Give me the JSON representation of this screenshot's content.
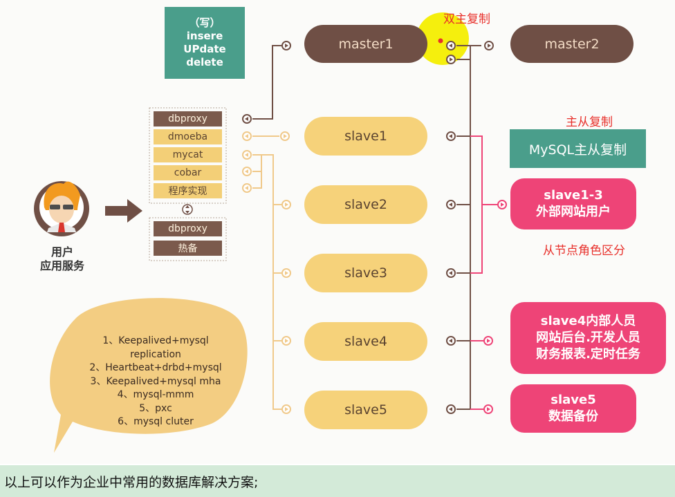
{
  "write_box": {
    "lines": [
      "（写）",
      "insere",
      "UPdate",
      "delete"
    ]
  },
  "masters": {
    "m1": "master1",
    "m2": "master2"
  },
  "notes": {
    "dual_master": "双主复制",
    "master_slave": "主从复制",
    "by_role": "从节点角色区分"
  },
  "mysql_box": "MySQL主从复制",
  "proxies": [
    "dbproxy",
    "dmoeba",
    "mycat",
    "cobar",
    "程序实现"
  ],
  "hot_standby": {
    "top": "dbproxy",
    "bottom": "热备"
  },
  "slaves": [
    "slave1",
    "slave2",
    "slave3",
    "slave4",
    "slave5"
  ],
  "role_boxes": {
    "r1": [
      "slave1-3",
      "外部网站用户"
    ],
    "r2": [
      "slave4内部人员",
      "网站后台.开发人员",
      "财务报表.定时任务"
    ],
    "r3": [
      "slave5",
      "数据备份"
    ]
  },
  "user": {
    "line1": "用户",
    "line2": "应用服务"
  },
  "solutions": [
    "1、Keepalived+mysql",
    "replication",
    "2、Heartbeat+drbd+mysql",
    "3、Keepalived+mysql mha",
    "4、mysql-mmm",
    "5、pxc",
    "6、mysql cluter"
  ],
  "footer": "以上可以作为企业中常用的数据库解决方案;",
  "colors": {
    "master": "#6f4f45",
    "slave": "#f6d27a",
    "pink": "#ee4477",
    "teal": "#4a9e8b",
    "highlight": "#f4ee00"
  }
}
